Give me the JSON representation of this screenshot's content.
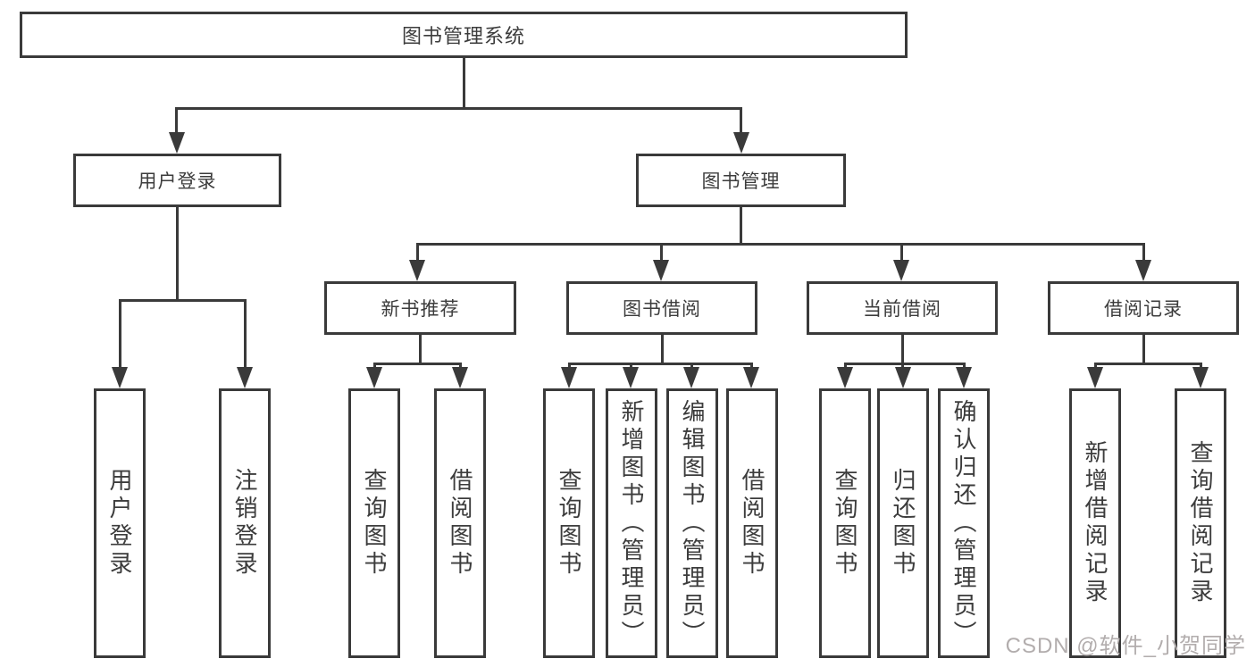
{
  "diagram": {
    "root": {
      "label": "图书管理系统"
    },
    "level2": {
      "user_login": {
        "label": "用户登录"
      },
      "book_mgmt": {
        "label": "图书管理"
      }
    },
    "level3": {
      "new_book_rec": {
        "label": "新书推荐"
      },
      "book_borrow": {
        "label": "图书借阅"
      },
      "current_borrow": {
        "label": "当前借阅"
      },
      "borrow_record": {
        "label": "借阅记录"
      }
    },
    "leaves": {
      "user_login": {
        "label": "用户登录"
      },
      "logout": {
        "label": "注销登录"
      },
      "query_books_1": {
        "label": "查询图书"
      },
      "borrow_books_1": {
        "label": "借阅图书"
      },
      "query_books_2": {
        "label": "查询图书"
      },
      "add_books_admin": {
        "label": "新增图书（管理员）"
      },
      "edit_books_admin": {
        "label": "编辑图书（管理员）"
      },
      "borrow_books_2": {
        "label": "借阅图书"
      },
      "query_books_3": {
        "label": "查询图书"
      },
      "return_books": {
        "label": "归还图书"
      },
      "confirm_return_admin": {
        "label": "确认归还（管理员）"
      },
      "add_borrow_record": {
        "label": "新增借阅记录"
      },
      "query_borrow_record": {
        "label": "查询借阅记录"
      }
    },
    "watermark": "CSDN @软件_小贺同学",
    "colors": {
      "line": "#3a3a3a",
      "text": "#3c3c3c",
      "watermark": "#b2adad",
      "background": "#ffffff"
    }
  }
}
